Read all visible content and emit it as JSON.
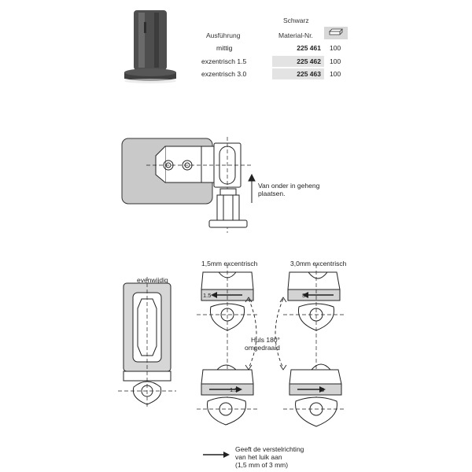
{
  "table": {
    "color_header": "Schwarz",
    "col_variant": "Ausführung",
    "col_material": "Material-Nr.",
    "pack_icon": "box-icon",
    "rows": [
      {
        "variant": "mittig",
        "material": "225 461",
        "qty": "100"
      },
      {
        "variant": "exzentrisch 1.5",
        "material": "225 462",
        "qty": "100"
      },
      {
        "variant": "exzentrisch 3.0",
        "material": "225 463",
        "qty": "100"
      }
    ]
  },
  "mount": {
    "note_line1": "Van onder in geheng",
    "note_line2": "plaatsen."
  },
  "adjust": {
    "label_parallel": "evenwijdig",
    "label_15": "1,5mm excentrisch",
    "label_30": "3,0mm excentrisch",
    "mark_15": "1.5",
    "mark_3": "3",
    "rotate_line1": "Huls 180°",
    "rotate_line2": "omgedraaid",
    "legend_line1": "Geeft de verstelrichting",
    "legend_line2": "van het luik aan",
    "legend_line3": "(1,5 mm of 3 mm)"
  },
  "colors": {
    "part_dark": "#4a4a4a",
    "panel_gray": "#c9c9c9",
    "shade": "#e3e3e3"
  }
}
